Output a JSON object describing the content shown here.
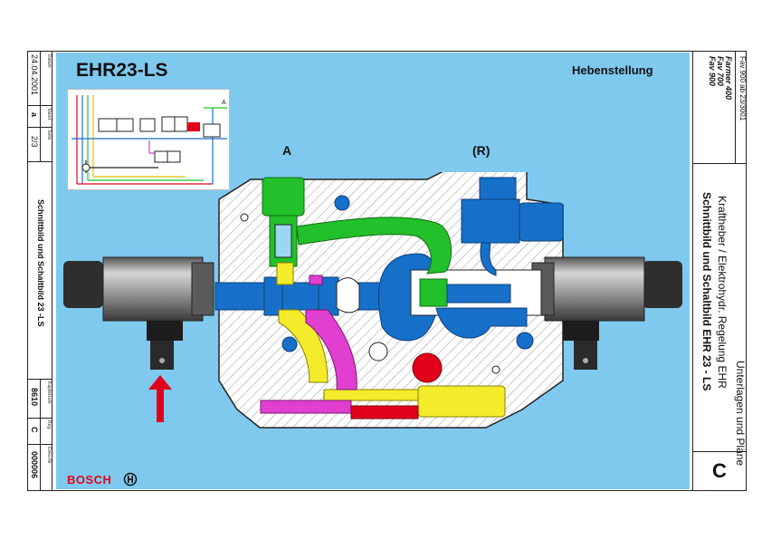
{
  "header": {
    "title": "EHR23-LS",
    "subtitle": "Hebenstellung"
  },
  "diagram": {
    "port_a": "A",
    "port_r": "(R)",
    "schematic_port_a": "A"
  },
  "brand": {
    "name": "BOSCH"
  },
  "left_strip": {
    "datum_label": "Datum",
    "datum": "24.04.2001",
    "stand_label": "Stand",
    "stand": "a",
    "seite_label": "Seite",
    "seite": "2/3",
    "title": "Schnittbild und Schaltbild 23 -LS",
    "kapitel_label": "Kapitelzahl",
    "kapitel": "8610",
    "reg_label": "Reg.",
    "reg": "C",
    "doku_label": "Doku-Nr.",
    "doku": "000006"
  },
  "right_strip": {
    "fav_note": "Fav 900 ab 23/3001",
    "model1": "Farmer 400",
    "model2": "Fav 700",
    "model3": "Fav 900",
    "line1": "Unterlagen und Pläne",
    "line2": "Kraftheber / Elektrohydr. Regelung EHR",
    "line3": "Schnittbild und Schaltbild EHR 23 - LS",
    "reg": "C"
  },
  "colors": {
    "background_panel": "#7fc9ef",
    "green": "#22c02a",
    "blue": "#1670c9",
    "yellow": "#f4ec2a",
    "magenta": "#e13fd0",
    "red": "#e2001a"
  }
}
